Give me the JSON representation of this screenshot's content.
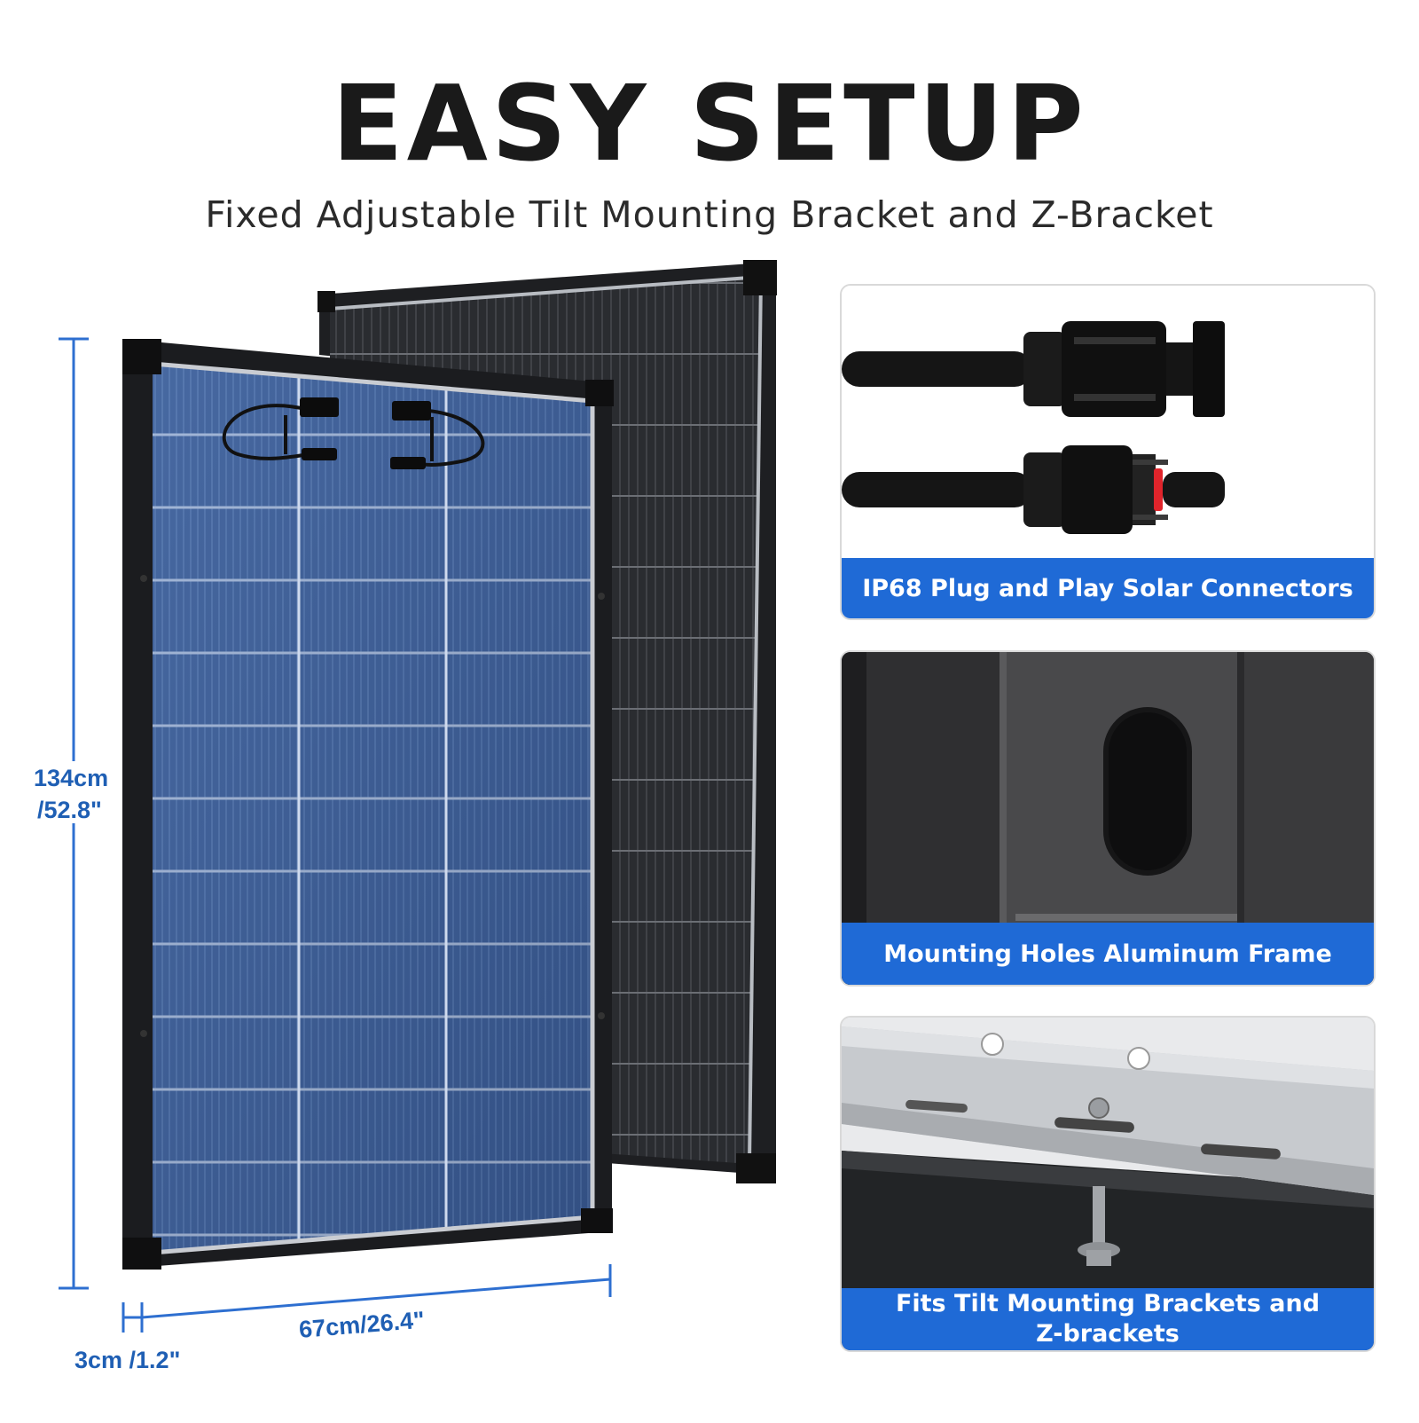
{
  "header": {
    "title": "EASY SETUP",
    "subtitle": "Fixed Adjustable Tilt Mounting Bracket and Z-Bracket"
  },
  "dimensions": {
    "height_cm": "134cm",
    "height_in": "/52.8\"",
    "width": "67cm/26.4\"",
    "thickness": "3cm /1.2\""
  },
  "features": [
    {
      "label": "IP68 Plug and Play Solar Connectors"
    },
    {
      "label": "Mounting Holes Aluminum Frame"
    },
    {
      "label_line1": "Fits Tilt Mounting Brackets and",
      "label_line2": "Z-brackets"
    }
  ],
  "colors": {
    "accent": "#1f6ad6",
    "dimension": "#1f5fb4"
  }
}
